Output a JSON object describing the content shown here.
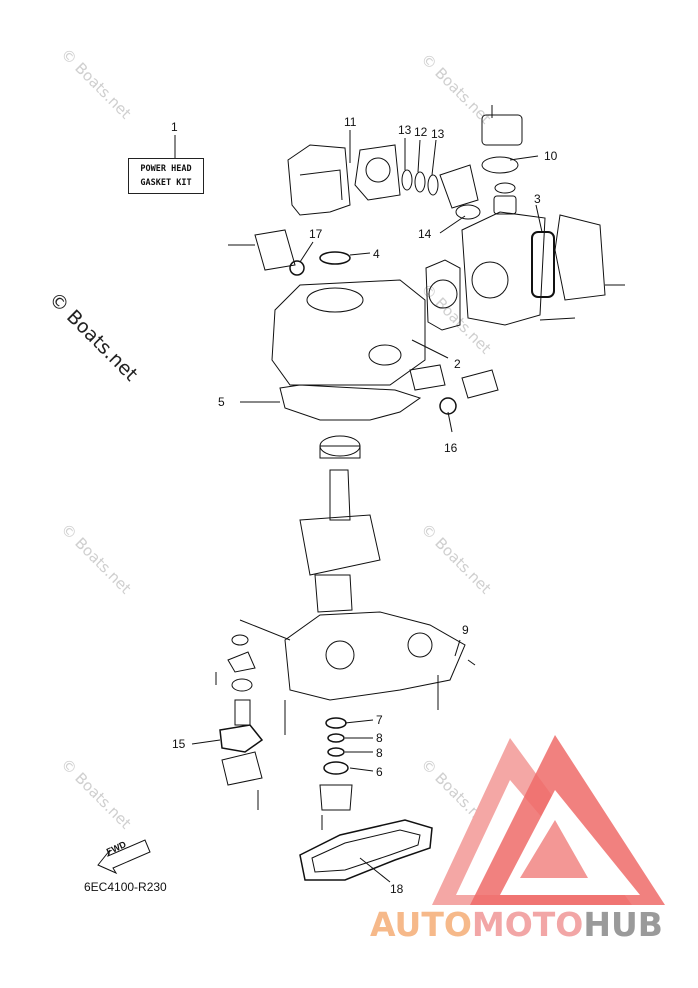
{
  "kit_label": {
    "line1": "POWER HEAD",
    "line2": "GASKET KIT"
  },
  "callouts": {
    "c1": "1",
    "c2": "2",
    "c3": "3",
    "c4": "4",
    "c5": "5",
    "c6": "6",
    "c7": "7",
    "c8a": "8",
    "c8b": "8",
    "c9": "9",
    "c10": "10",
    "c11": "11",
    "c12": "12",
    "c13a": "13",
    "c13b": "13",
    "c14": "14",
    "c15": "15",
    "c16": "16",
    "c17": "17",
    "c18": "18"
  },
  "part_number": "6EC4100-R230",
  "fwd_label": "FWD",
  "watermark": {
    "text": "© Boats.net"
  },
  "brand": {
    "part1": "AUTO",
    "part2": "MOTO",
    "part3": "HUB"
  },
  "colors": {
    "line": "#111111",
    "brand_red": "#e8605f",
    "brand_orange": "#f6b98a",
    "watermark": "#cfcfcf"
  }
}
